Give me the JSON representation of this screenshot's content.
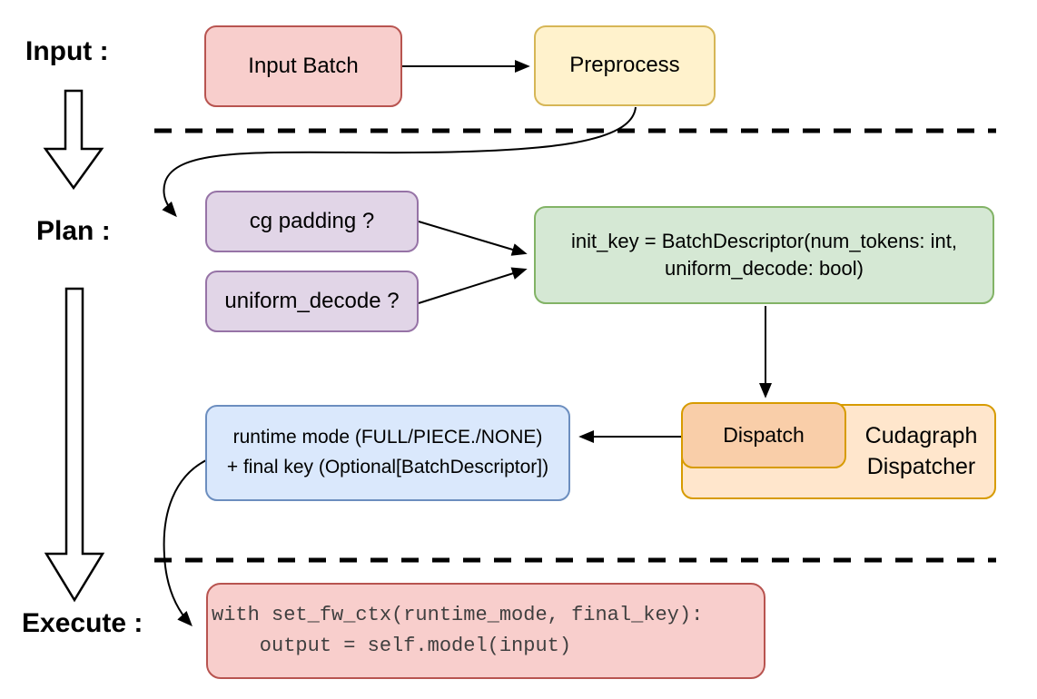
{
  "colors": {
    "canvas_bg": "#ffffff",
    "line_color": "#000000",
    "red_fill": "#F8CECC",
    "red_border": "#B85450",
    "yellow_fill": "#FFF2CC",
    "yellow_border": "#D6B656",
    "purple_fill": "#E1D5E7",
    "purple_border": "#9673A6",
    "green_fill": "#D5E8D4",
    "green_border": "#82B366",
    "blue_fill": "#DAE8FC",
    "blue_border": "#6C8EBF",
    "orange_fill": "#FFE6CC",
    "orange_border": "#D79B00",
    "orange_inner_fill": "#F9CEA9",
    "code_text": "#3F3F3F"
  },
  "stage_labels": {
    "input": "Input :",
    "plan": "Plan :",
    "execute": "Execute :"
  },
  "nodes": {
    "input_batch": {
      "label": "Input Batch"
    },
    "preprocess": {
      "label": "Preprocess"
    },
    "cg_padding": {
      "label": "cg padding ?"
    },
    "uniform_decode": {
      "label": "uniform_decode ?"
    },
    "init_key": {
      "line1": "init_key = BatchDescriptor(num_tokens: int,",
      "line2": "uniform_decode: bool)"
    },
    "dispatch": {
      "label": "Dispatch"
    },
    "cudagraph_dispatcher": {
      "line1": "Cudagraph",
      "line2": "Dispatcher"
    },
    "runtime_mode": {
      "line1": "runtime mode (FULL/PIECE./NONE)",
      "line2": "+ final key (Optional[BatchDescriptor])"
    },
    "execute_code": {
      "line1": "with set_fw_ctx(runtime_mode, final_key):",
      "line2": "    output = self.model(input)"
    }
  }
}
